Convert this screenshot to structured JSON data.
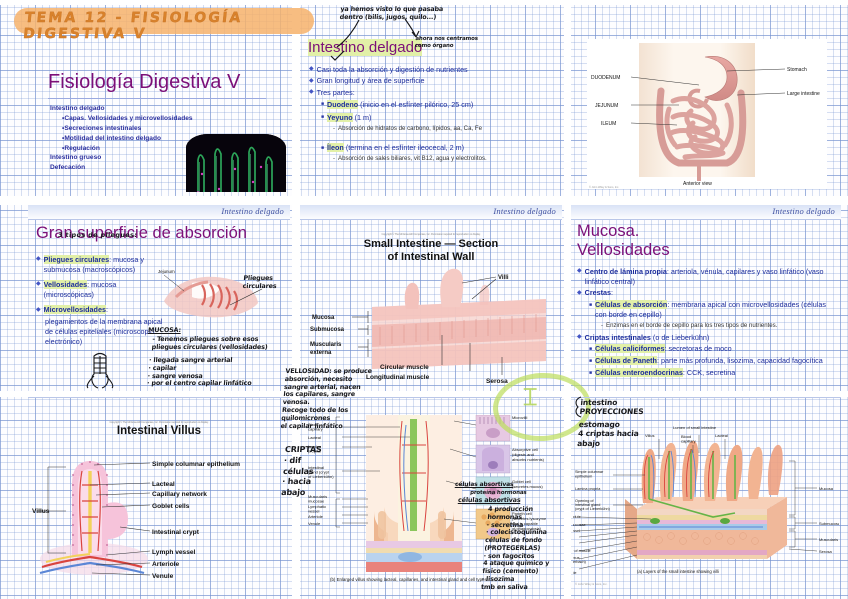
{
  "page": {
    "banner_title": "TEMA 12 - FISIOLOGÍA DIGESTIVA V",
    "slide_header_label": "Intestino delgado"
  },
  "slide1": {
    "title": "Fisiología Digestiva V",
    "outline": [
      "Intestino delgado",
      "Capas. Vellosidades y microvellosidades",
      "Secreciones intestinales",
      "Motilidad del intestino delgado",
      "Regulación",
      "Intestino grueso",
      "Defecación"
    ],
    "micrograph_caption": "villi micrograph"
  },
  "slide2": {
    "title": "Intestino delgado",
    "bullets": [
      "Casi toda la absorción y digestión de nutrientes",
      "Gran longitud y área de superficie",
      "Tres partes:"
    ],
    "parts": [
      {
        "name": "Duodeno",
        "detail": "(inicio en el esfínter pilórico, 25 cm)",
        "sub": ""
      },
      {
        "name": "Yeyuno",
        "detail": "(1 m)",
        "sub": "Absorción de hidratos de carbono, lípidos, aa, Ca, Fe"
      },
      {
        "name": "Íleon",
        "detail": "(termina en el esfínter ileocecal, 2 m)",
        "sub": "Absorción de sales biliares, vit B12, agua y electrolitos."
      }
    ],
    "hand_note_1": "ya hemos visto lo que pasaba\ndentro (bilis, jugos, quilo...)",
    "hand_note_2": "ahora nos centramos\ncomo órgano"
  },
  "slide3": {
    "anatomy": {
      "labels_left": [
        "DUODENUM",
        "JEJUNUM",
        "ILEUM"
      ],
      "labels_right": [
        "Stomach",
        "Large intestine"
      ],
      "caption": "Anterior view",
      "credit": "© John Wiley & Sons, Inc."
    }
  },
  "slide4": {
    "title": "Gran superficie de absorción",
    "hand_heading": "3 tipos de pliegues:",
    "items": [
      {
        "term": "Pliegues circulares",
        "rest": ": mucosa y submucosa (macroscópicos)"
      },
      {
        "term": "Vellosidades",
        "rest": ": mucosa (microscópicas)"
      },
      {
        "term": "Microvellosidades",
        "rest": ":",
        "extra": "plegamientos de la membrana apical de células epiteliales (microscopio electrónico)"
      }
    ],
    "fig_label_jejunum": "Jejunum",
    "hand_pliegues": "Pliegues\ncirculares",
    "hand_mucosa": "MUCOSA:",
    "hand_mucosa_body": "- Tenemos pliegues sobre esos\n  pliegues circulares (vellosidades)",
    "hand_flow": "· llegada  sangre arterial\n· capilar\n· sangre venosa\n· por el centro  capilar linfático"
  },
  "slide5": {
    "figure_title": "Small Intestine — Section",
    "figure_title2": "of Intestinal Wall",
    "credit": "Copyright © The McGraw-Hill Companies, Inc. Permission required for reproduction or display.",
    "labels_left": [
      "Mucosa",
      "Submucosa",
      "Muscularis externa"
    ],
    "labels_bottom": [
      "Circular muscle",
      "Longitudinal muscle",
      "Serosa"
    ],
    "label_villi": "Villi"
  },
  "slide6": {
    "title_line1": "Mucosa.",
    "title_line2": "Vellosidades",
    "items": [
      {
        "term": "Centro de lámina propia",
        "rest": ": arteriola, vénula, capilares y vaso linfático (vaso linfático central)",
        "level": 1
      },
      {
        "term": "Crestas",
        "rest": ":",
        "level": 1
      },
      {
        "term": "Células de absorción",
        "rest": ": membrana apical con microvellosidades (células con borde en cepillo)",
        "level": 2
      },
      {
        "term": "",
        "rest": "Enzimas en el borde de cepillo para los tres tipos de nutrientes.",
        "level": 3
      },
      {
        "term": "Criptas intestinales",
        "rest": " (o de Lieberkühn)",
        "level": 1
      },
      {
        "term": "Células caliciformes",
        "rest": ": secretoras de moco",
        "level": 2
      },
      {
        "term": "Células de Paneth",
        "rest": ": parte más profunda, lisozima, capacidad fagocítica",
        "level": 2
      },
      {
        "term": "Células enteroendocrinas",
        "rest": ": CCK, secretina",
        "level": 2
      }
    ]
  },
  "slide7": {
    "figure_title": "Intestinal Villus",
    "credit": "Copyright © The McGraw-Hill Companies, Inc. Permission required for reproduction or display.",
    "label_villus": "Villus",
    "labels_right": [
      "Simple columnar epithelium",
      "Lacteal",
      "Capillary network",
      "Goblet cells",
      "Intestinal crypt",
      "Lymph vessel",
      "Arteriole",
      "Venule"
    ]
  },
  "slide8": {
    "caption": "(b) Enlarged villus showing lacteal, capillaries, and intestinal gland and cell types",
    "labels_left": [
      "Blood capillary",
      "Lacteal",
      "Lamina propria",
      "Intestinal gland (crypt of Lieberkühn)",
      "Muscularis mucosae",
      "Lymphatic vessel",
      "Arteriole",
      "Venule"
    ],
    "bracket_mucosa": "Mucosa",
    "bracket_submucosa": "Submucosa",
    "cells": [
      {
        "name": "Microvilli",
        "desc": ""
      },
      {
        "name": "Absorptive cell",
        "desc": "(digests and absorbs nutrients)"
      },
      {
        "name": "Goblet cell",
        "desc": "(secretes mucus)"
      },
      {
        "name": "Enteroendocrine cell",
        "desc": "(secretes secretin, cholecystokinin, or glucose-dependent insulinotropic peptide)"
      },
      {
        "name": "Paneth cell",
        "desc": "(secretes lysozyme and is capable of phagocytosis)"
      }
    ],
    "hand_vellosidad": "VELLOSIDAD: se produce\nabsorción, necesito\nsangre arterial, nacen\nlos capilares, sangre\nvenosa.\nRecoge todo de los quilomicrones\nel capilar linfático",
    "hand_criptas": "CRIPTAS\n· dif\n  células\n· hacia\n  abajo",
    "hand_absortivas": "células absortivas",
    "hand_entero_top": "proteína     hormonas",
    "hand_entero": "células enteroendocrinas",
    "hand_entero_body": "4 producción\n  hormonas\n· secretina\n· colecistoquinina",
    "hand_paneth": "células de fondo\n(PROTEGERLAS)\n· son fagocitos\n4 ataque químico y\n  físico (cemento)\n· lisozima\n  tmb en saliva"
  },
  "slide9": {
    "caption": "(a) Layers of the small intestine showing villi",
    "credit": "© John Wiley & Sons, Inc.",
    "labels_top": [
      "Villus",
      "Lumen of small intestine",
      "Blood capillary",
      "Lacteal"
    ],
    "labels_left": [
      "Simple columnar epithelium",
      "Lamina propria",
      "Opening of intestinal gland (crypt of Lieberkühn)",
      "Lymphatic nodule",
      "Muscularis mucosae",
      "Lymphatic vessel",
      "Venule",
      "Arteriole",
      "Circular layer of muscle",
      "Myenteric plexus (plexus of Auerbach)",
      "Longitudinal layer of muscle"
    ],
    "labels_right": [
      "Mucosa",
      "Submucosa",
      "Muscularis",
      "Serosa"
    ],
    "hand_title": "intestino\nPROYECCIONES",
    "hand_body": "estomago\n4 criptas hacia\n   abajo"
  }
}
